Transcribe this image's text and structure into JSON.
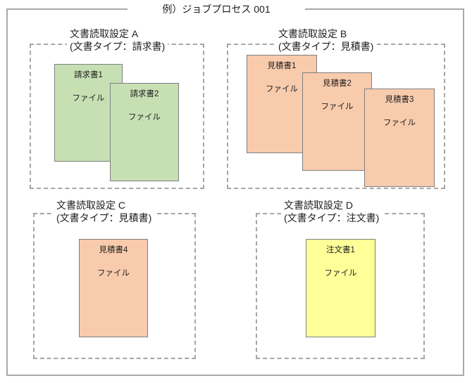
{
  "title": "例）ジョブプロセス 001",
  "colors": {
    "green": "#c6e0b4",
    "peach": "#f8cbad",
    "yellow": "#ffff99",
    "doc_border": "#7f7f7f",
    "dashed_border": "#a6a6a6",
    "outer_border": "#a9a9a9"
  },
  "sections": [
    {
      "name": "A",
      "title": "文書読取設定 A",
      "doc_type": "(文書タイプ：請求書)",
      "documents": [
        {
          "name": "請求書1",
          "label": "ファイル"
        },
        {
          "name": "請求書2",
          "label": "ファイル"
        }
      ]
    },
    {
      "name": "B",
      "title": "文書読取設定 B",
      "doc_type": "(文書タイプ：見積書)",
      "documents": [
        {
          "name": "見積書1",
          "label": "ファイル"
        },
        {
          "name": "見積書2",
          "label": "ファイル"
        },
        {
          "name": "見積書3",
          "label": "ファイル"
        }
      ]
    },
    {
      "name": "C",
      "title": "文書読取設定 C",
      "doc_type": "(文書タイプ：見積書)",
      "documents": [
        {
          "name": "見積書4",
          "label": "ファイル"
        }
      ]
    },
    {
      "name": "D",
      "title": "文書読取設定 D",
      "doc_type": "(文書タイプ：注文書)",
      "documents": [
        {
          "name": "注文書1",
          "label": "ファイル"
        }
      ]
    }
  ]
}
